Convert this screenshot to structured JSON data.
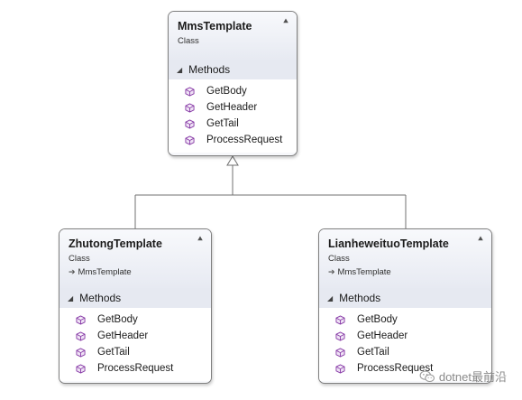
{
  "diagram": {
    "parent": {
      "name": "MmsTemplate",
      "kind": "Class",
      "section": "Methods",
      "methods": [
        "GetBody",
        "GetHeader",
        "GetTail",
        "ProcessRequest"
      ]
    },
    "children": [
      {
        "name": "ZhutongTemplate",
        "kind": "Class",
        "base": "MmsTemplate",
        "section": "Methods",
        "methods": [
          "GetBody",
          "GetHeader",
          "GetTail",
          "ProcessRequest"
        ]
      },
      {
        "name": "LianheweituoTemplate",
        "kind": "Class",
        "base": "MmsTemplate",
        "section": "Methods",
        "methods": [
          "GetBody",
          "GetHeader",
          "GetTail",
          "ProcessRequest"
        ]
      }
    ]
  },
  "watermark": {
    "text": "dotnet最前沿"
  },
  "colors": {
    "method_icon": "#8a3fa8",
    "border": "#7f7f7f",
    "section_band": "#e6e9f1"
  },
  "icons": {
    "method": "method-cube-icon",
    "collapse": "double-chevron-up-icon",
    "section_toggle": "triangle-down-icon",
    "inheritance": "arrow-right-icon",
    "watermark": "wechat-icon"
  }
}
